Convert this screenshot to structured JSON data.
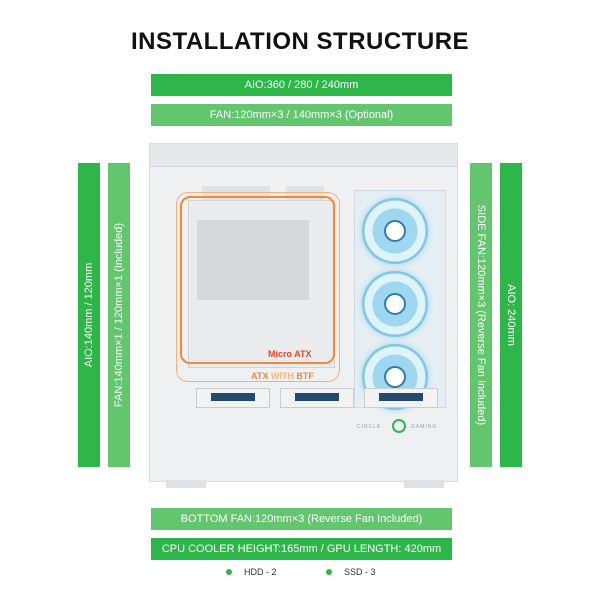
{
  "title": "INSTALLATION STRUCTURE",
  "top_bars": {
    "aio": "AIO:360 / 280 / 240mm",
    "fan": "FAN:120mm×3 / 140mm×3 (Optional)"
  },
  "left_bars": {
    "aio": "AIO:140mm / 120mm",
    "fan": "FAN:140mm×1 / 120mm×1 (Included)"
  },
  "right_bars": {
    "side_fan": "SIDE FAN:120mm×3 (Reverse Fan Included)",
    "aio": "AIO: 240mm"
  },
  "bottom_bars": {
    "bottom_fan": "BOTTOM FAN:120mm×3 (Reverse Fan Included)",
    "cooler": "CPU COOLER HEIGHT:165mm / GPU LENGTH: 420mm"
  },
  "motherboard_labels": {
    "micro_atx": "Micro ATX",
    "atx_prefix": "ATX ",
    "atx_with": "WITH",
    "atx_btf": " BTF"
  },
  "brand": {
    "left": "CIRCLE",
    "right": "GAMING"
  },
  "legend": {
    "hdd": "HDD - 2",
    "ssd": "SSD - 3"
  },
  "colors": {
    "dark_green": "#2fb64a",
    "light_green": "#63c56d",
    "orange": "#f08a3a",
    "red_label": "#e0492c"
  }
}
